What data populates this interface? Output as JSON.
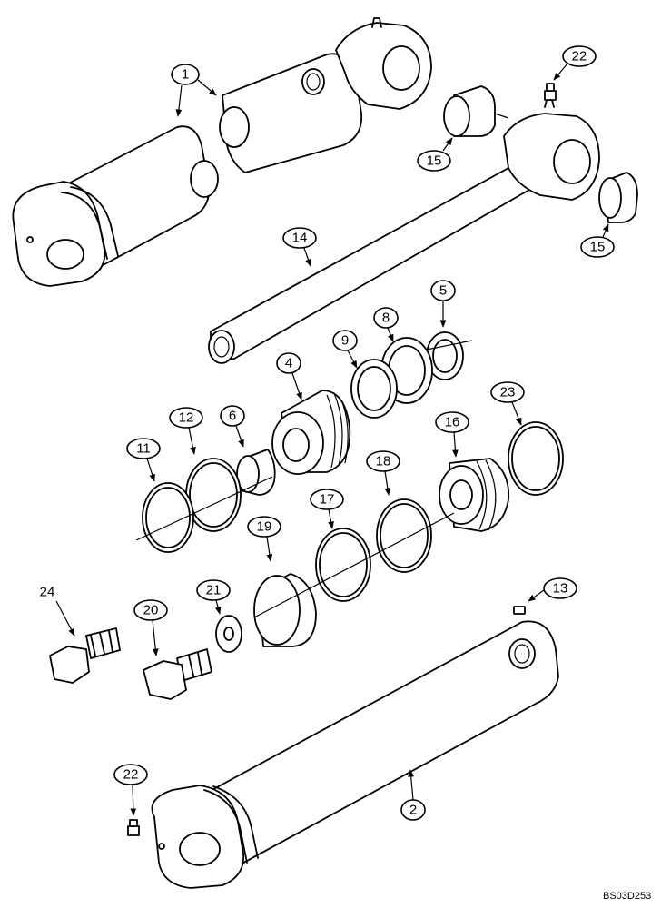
{
  "drawing_code": "BS03D253",
  "callouts": [
    {
      "id": "c1",
      "label": "1"
    },
    {
      "id": "c22a",
      "label": "22"
    },
    {
      "id": "c15a",
      "label": "15"
    },
    {
      "id": "c15b",
      "label": "15"
    },
    {
      "id": "c14",
      "label": "14"
    },
    {
      "id": "c5",
      "label": "5"
    },
    {
      "id": "c8",
      "label": "8"
    },
    {
      "id": "c9",
      "label": "9"
    },
    {
      "id": "c4",
      "label": "4"
    },
    {
      "id": "c23",
      "label": "23"
    },
    {
      "id": "c12",
      "label": "12"
    },
    {
      "id": "c6",
      "label": "6"
    },
    {
      "id": "c16",
      "label": "16"
    },
    {
      "id": "c11",
      "label": "11"
    },
    {
      "id": "c18",
      "label": "18"
    },
    {
      "id": "c17",
      "label": "17"
    },
    {
      "id": "c19",
      "label": "19"
    },
    {
      "id": "c24",
      "label": "24"
    },
    {
      "id": "c20",
      "label": "20"
    },
    {
      "id": "c21",
      "label": "21"
    },
    {
      "id": "c13",
      "label": "13"
    },
    {
      "id": "c22b",
      "label": "22"
    },
    {
      "id": "c2",
      "label": "2"
    }
  ]
}
